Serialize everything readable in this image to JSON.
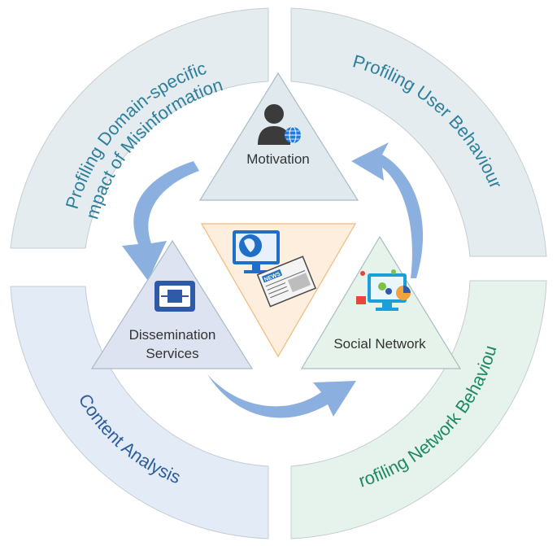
{
  "ring": {
    "top_left": {
      "line1": "Profiling Domain-specific",
      "line2": "impact of Misinformation",
      "fill": "#e4ecef",
      "text_color": "#2d7f9b"
    },
    "top_right": {
      "label": "Profiling User Behaviour",
      "fill": "#e4ecef",
      "text_color": "#2d7f9b"
    },
    "bottom_left": {
      "label": "Content Analysis",
      "fill": "#e3ebf6",
      "text_color": "#2e5d9b"
    },
    "bottom_right": {
      "label": "Profiling Network Behaviour",
      "fill": "#e6f2ec",
      "text_color": "#1e8a63"
    }
  },
  "triangles": {
    "motivation": {
      "label": "Motivation",
      "fill": "#e0eaee",
      "icon": "person-globe-icon"
    },
    "dissemination": {
      "line1": "Dissemination",
      "line2": "Services",
      "fill": "#dde3f1",
      "icon": "service-box-icon"
    },
    "social": {
      "label": "Social Network",
      "fill": "#e5f3ea",
      "icon": "network-monitor-icon"
    },
    "center": {
      "fill": "#fdeedd",
      "icon": "news-monitor-icon",
      "news_badge": "NEWS"
    }
  },
  "colors": {
    "arrow": "#7ea7dc",
    "ring_stroke": "#c4cdd3",
    "triangle_stroke": "#a9bcc6",
    "center_stroke": "#f3b97a"
  }
}
